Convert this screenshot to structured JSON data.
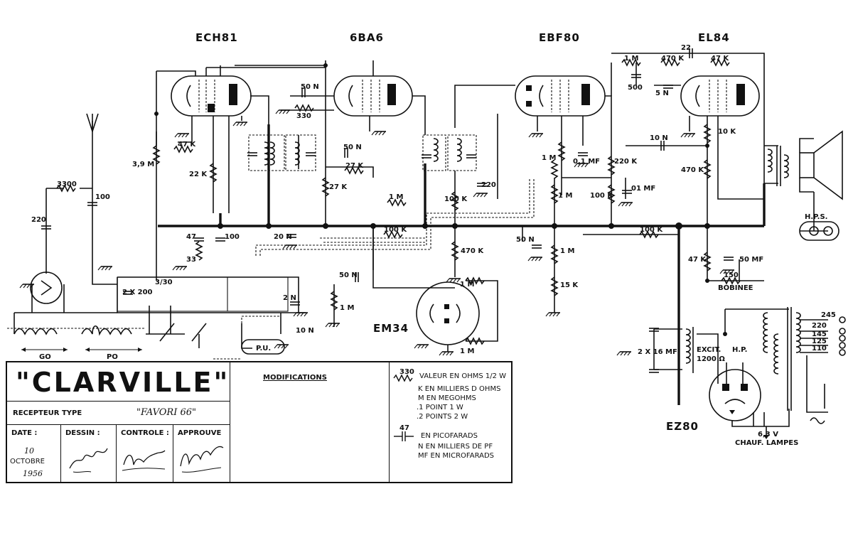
{
  "tubes": {
    "ech81": "ECH81",
    "ba6": "6BA6",
    "ebf80": "EBF80",
    "el84": "EL84",
    "em34": "EM34",
    "ez80": "EZ80"
  },
  "components": {
    "c3300": "3300",
    "c100a": "100",
    "c220a": "220",
    "r39m": "3,9 M",
    "r47k_a": "47 K",
    "r22k": "22 K",
    "c47": "47",
    "r33": "33",
    "c100b": "100",
    "c2x200": "2 X 200",
    "c330": "3/30",
    "c50n_a": "50 N",
    "r330": "330",
    "c20n": "20 N",
    "c50n_b": "50 N",
    "r27k_a": "27 K",
    "r27k_b": "27 K",
    "r1m_a": "1 M",
    "r100k_a": "100 K",
    "c50n_c": "50 N",
    "c2n": "2 N",
    "c10n_a": "10 N",
    "r1m_pot": "1 M",
    "r1m_b": "1 M",
    "c01mf_a": "0,1 MF",
    "r1m_c": "1 M",
    "r100k_b": "100 K",
    "c220b": "220",
    "r470k_a": "470 K",
    "r100k_c": "100 K",
    "c50n_d": "50 N",
    "r1m_d": "1 M",
    "r15k": "15 K",
    "r1m_em_a": "1 M",
    "r1m_em_b": "1 M",
    "r1m_e": "1 M",
    "r470k_b": "470 K",
    "r47k_b": "47 K",
    "c22": "22",
    "c500": "500",
    "c5n": "5 N",
    "r10k": "10 K",
    "c10n_b": "10 N",
    "r220k": "220 K",
    "r470k_c": "470 K",
    "c01mf_b": "01 MF",
    "r100k_d": "100 K",
    "r47k_c": "47 K",
    "c50mf": "50 MF",
    "r150": "150",
    "bobinee": "BOBINEE",
    "c2x16mf": "2 X 16 MF",
    "excit": "EXCIT.",
    "excit_val": "1200 Ω",
    "hp": "H.P.",
    "hps": "H.P.S.",
    "pu": "P.U.",
    "go": "GO",
    "po": "PO",
    "v245": "245",
    "v220": "220",
    "v145": "145",
    "v125": "125",
    "v110": "110",
    "v63": "6,3 V",
    "chauf": "CHAUF. LAMPES"
  },
  "titleblock": {
    "brand": "\"CLARVILLE\"",
    "recepteur": "RECEPTEUR   TYPE",
    "model": "\"FAVORI 66\"",
    "modifications": "MODIFICATIONS",
    "date_h": "DATE :",
    "dessin_h": "DESSIN :",
    "controle_h": "CONTROLE :",
    "approuve_h": "APPROUVE",
    "date_day": "10",
    "date_month": "OCTOBRE",
    "date_year": "1956"
  },
  "legend": {
    "ohm_sym": "330",
    "l1": "VALEUR EN OHMS 1/2 W",
    "l2": "K  EN MILLIERS D OHMS",
    "l3": "M  EN MEGOHMS",
    "l4": ".1 POINT      1 W",
    "l5": ".2 POINTS    2 W",
    "cap_sym": "47",
    "l6": "EN PICOFARADS",
    "l7": "N  EN MILLIERS DE PF",
    "l8": "MF  EN MICROFARADS"
  }
}
